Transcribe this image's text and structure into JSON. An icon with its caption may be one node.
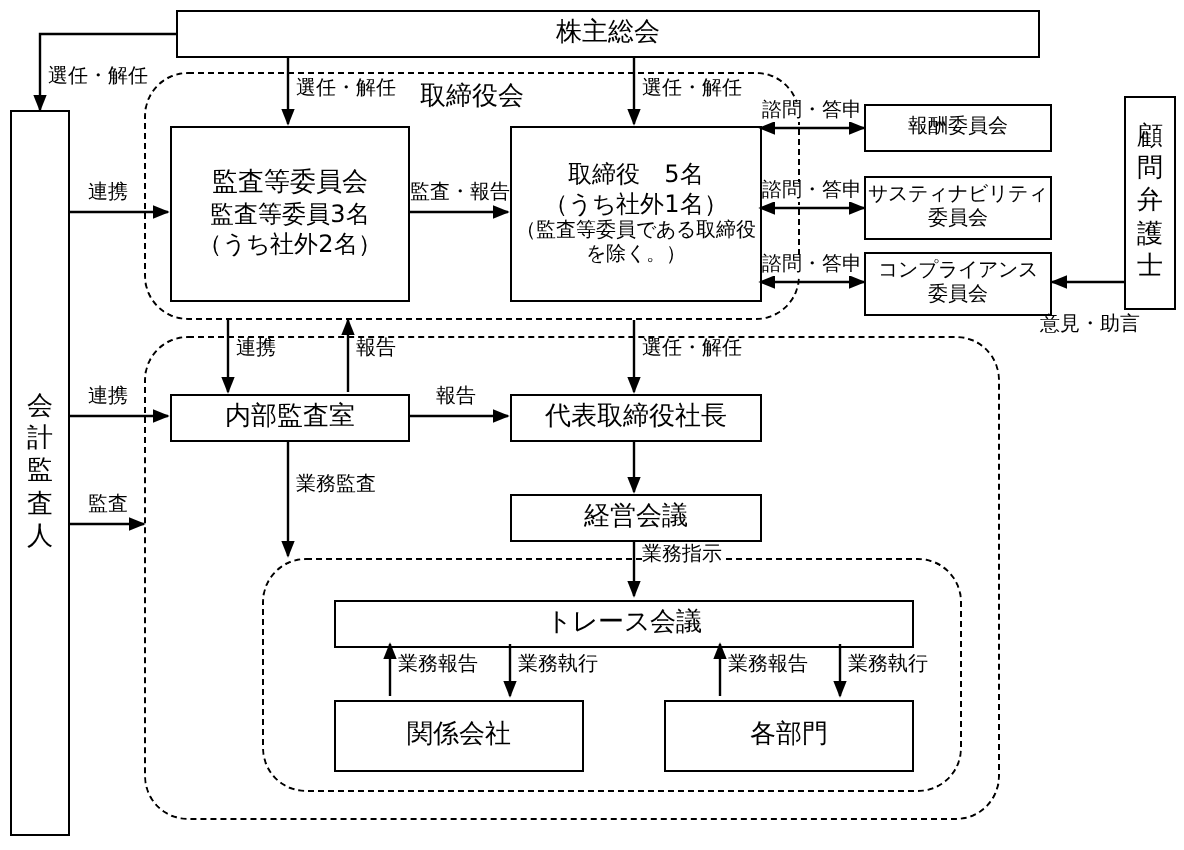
{
  "diagram": {
    "nodes": [
      {
        "text": [
          "株主総会"
        ]
      },
      {
        "text": [
          "取締役会"
        ]
      },
      {
        "text": [
          "監査等委員会",
          "監査等委員3名",
          "（うち社外2名）"
        ],
        "in": 1
      },
      {
        "text": [
          "取締役　5名",
          "（うち社外1名）",
          "（監査等委員である取締役を除く。）"
        ],
        "in": 1
      },
      {
        "text": [
          "報酬委員会"
        ]
      },
      {
        "text": [
          "サスティナビリティ委員会"
        ]
      },
      {
        "text": [
          "コンプライアンス委員会"
        ]
      },
      {
        "text": [
          "会計監査人"
        ]
      },
      {
        "text": [
          "顧問弁護士"
        ]
      },
      {
        "text": [],
        "shape": "box"
      },
      {
        "text": [
          "内部監査室"
        ],
        "in": 9
      },
      {
        "text": [
          "代表取締役社長"
        ],
        "in": 9
      },
      {
        "text": [
          "経営会議"
        ],
        "in": 9
      },
      {
        "text": [],
        "shape": "box",
        "in": 9
      },
      {
        "text": [
          "トレース会議"
        ],
        "in": 13
      },
      {
        "text": [
          "関係会社"
        ],
        "in": 13
      },
      {
        "text": [
          "各部門"
        ],
        "in": 13
      }
    ],
    "edges": [
      {
        "from": 0,
        "to": 7,
        "arrow": "to",
        "label": "選任・解任"
      },
      {
        "from": 0,
        "to": 2,
        "arrow": "to",
        "label": "選任・解任"
      },
      {
        "from": 0,
        "to": 3,
        "arrow": "to",
        "label": "選任・解任"
      },
      {
        "from": 7,
        "to": 2,
        "arrow": "to",
        "label": "連携"
      },
      {
        "from": 2,
        "to": 3,
        "arrow": "to",
        "label": "監査・報告"
      },
      {
        "from": 3,
        "to": 4,
        "arrow": "both",
        "label": "諮問・答申"
      },
      {
        "from": 3,
        "to": 5,
        "arrow": "both",
        "label": "諮問・答申"
      },
      {
        "from": 3,
        "to": 6,
        "arrow": "both",
        "label": "諮問・答申"
      },
      {
        "from": 8,
        "to": 6,
        "arrow": "to",
        "label": "意見・助言"
      },
      {
        "from": 1,
        "to": 10,
        "arrow": "to",
        "label": "連携"
      },
      {
        "from": 10,
        "to": 1,
        "arrow": "to",
        "label": "報告"
      },
      {
        "from": 1,
        "to": 11,
        "arrow": "to",
        "label": "選任・解任"
      },
      {
        "from": 7,
        "to": 10,
        "arrow": "to",
        "label": "連携"
      },
      {
        "from": 7,
        "to": 9,
        "arrow": "to",
        "label": "監査"
      },
      {
        "from": 10,
        "to": 11,
        "arrow": "to",
        "label": "報告"
      },
      {
        "from": 10,
        "to": 13,
        "arrow": "to",
        "label": "業務監査"
      },
      {
        "from": 11,
        "to": 12,
        "arrow": "to"
      },
      {
        "from": 12,
        "to": 14,
        "arrow": "to",
        "label": "業務指示"
      },
      {
        "from": 15,
        "to": 14,
        "arrow": "to",
        "label": "業務報告"
      },
      {
        "from": 14,
        "to": 15,
        "arrow": "to",
        "label": "業務執行"
      },
      {
        "from": 16,
        "to": 14,
        "arrow": "to",
        "label": "業務報告"
      },
      {
        "from": 14,
        "to": 16,
        "arrow": "to",
        "label": "業務執行"
      }
    ]
  }
}
